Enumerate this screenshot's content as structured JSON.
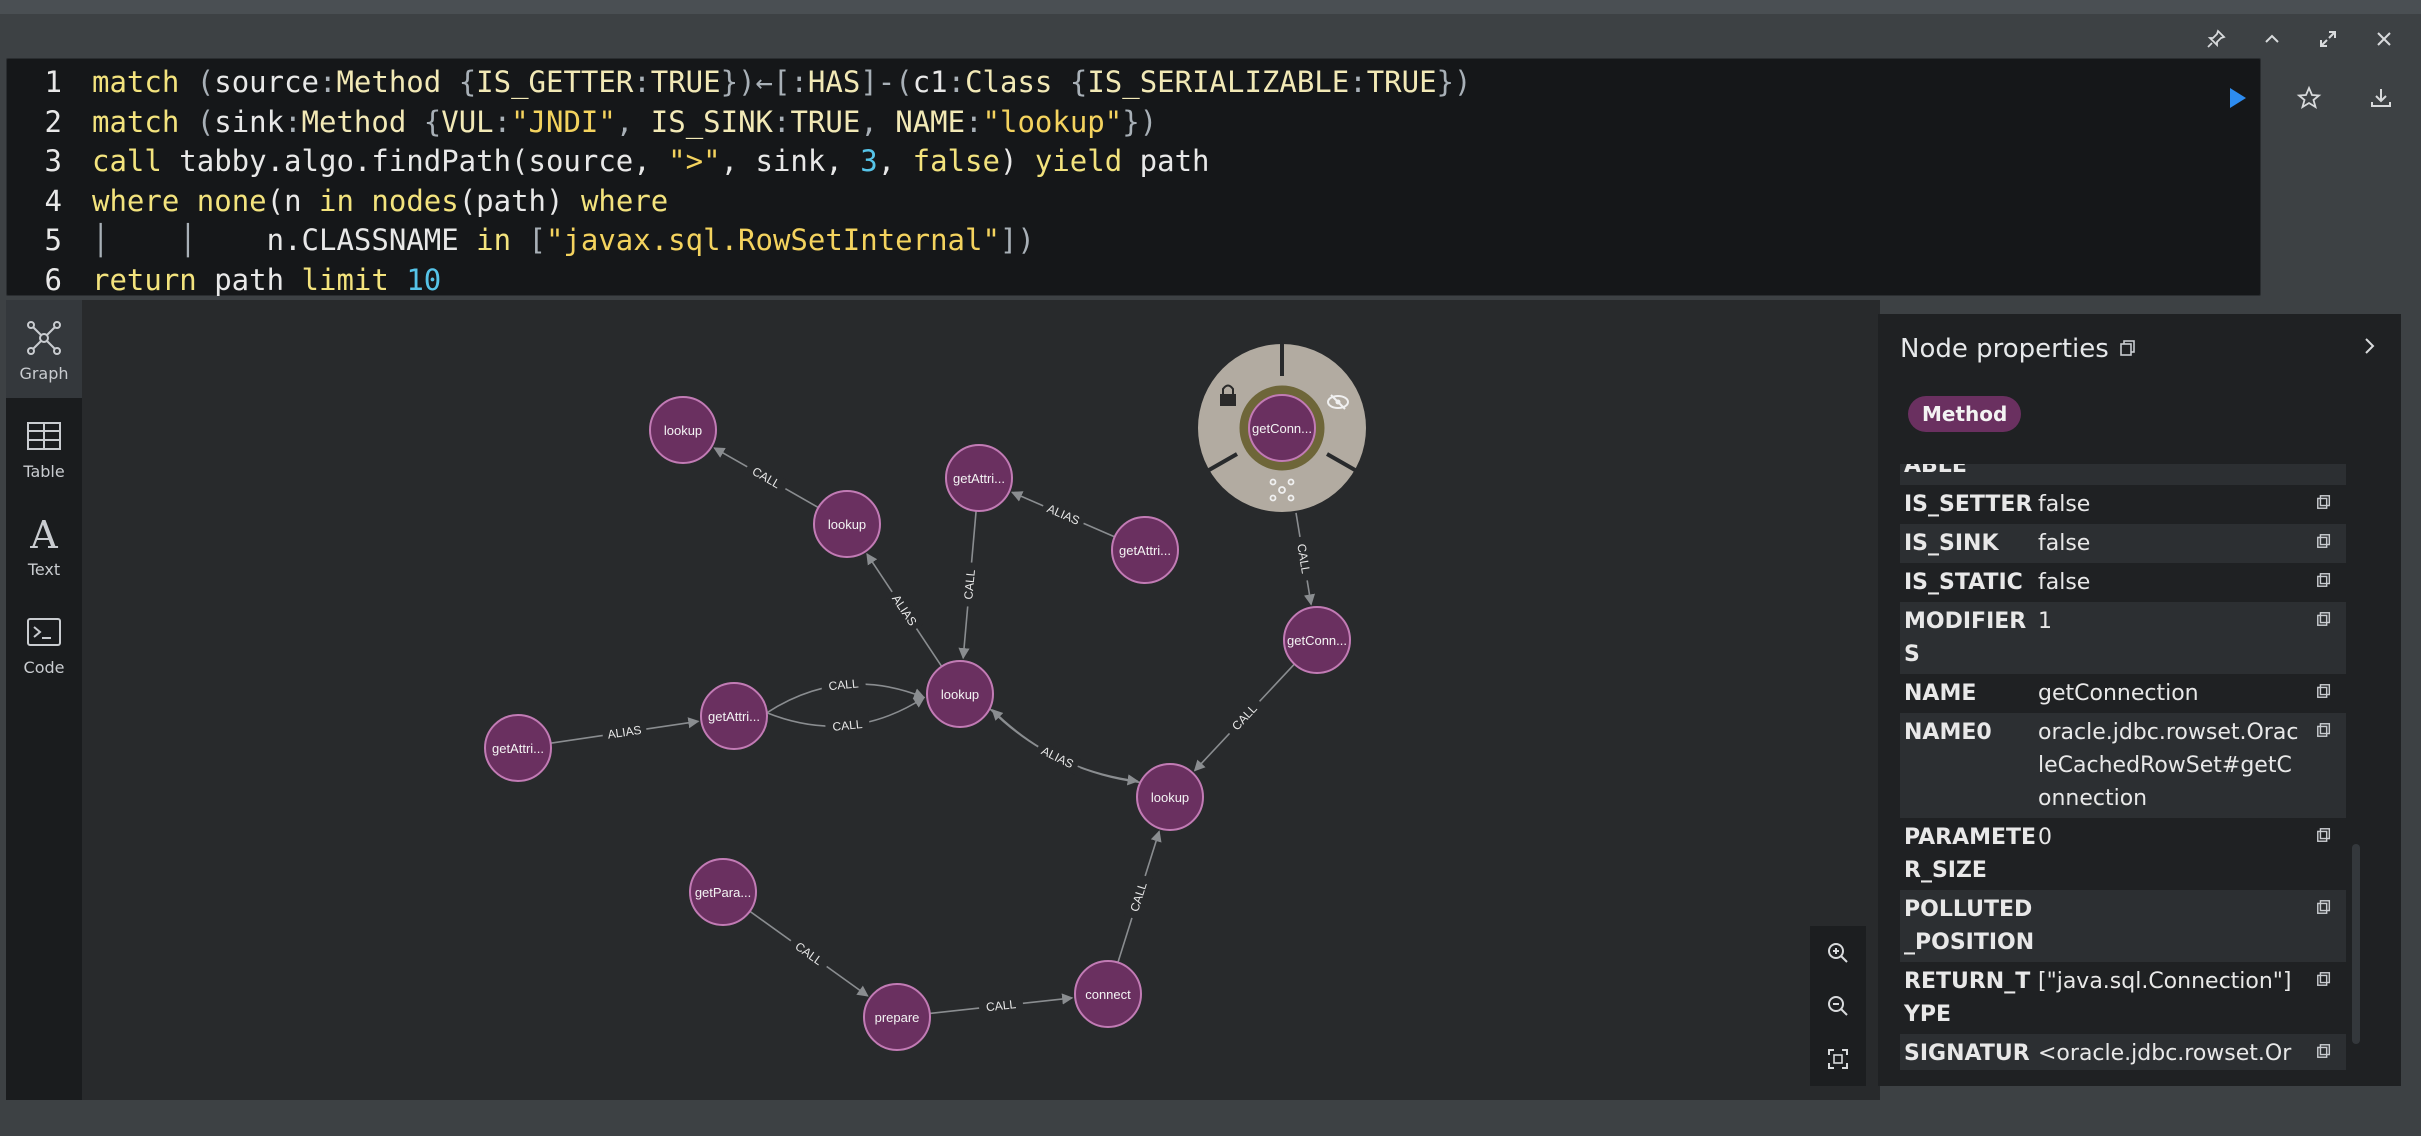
{
  "window": {
    "controls": [
      "pin-icon",
      "chevron-up-icon",
      "expand-icon",
      "close-icon"
    ]
  },
  "editor": {
    "line_numbers": [
      "1",
      "2",
      "3",
      "4",
      "5",
      "6"
    ],
    "lines": [
      [
        [
          "kw",
          "match"
        ],
        [
          "pn",
          " ("
        ],
        [
          "plain",
          "source"
        ],
        [
          "pn",
          ":"
        ],
        [
          "lbl",
          "Method"
        ],
        [
          "pn",
          " {"
        ],
        [
          "lbl",
          "IS_GETTER"
        ],
        [
          "pn",
          ":"
        ],
        [
          "lbl",
          "TRUE"
        ],
        [
          "pn",
          "})←[:"
        ],
        [
          "lbl",
          "HAS"
        ],
        [
          "pn",
          "]-("
        ],
        [
          "plain",
          "c1"
        ],
        [
          "pn",
          ":"
        ],
        [
          "lbl",
          "Class"
        ],
        [
          "pn",
          " {"
        ],
        [
          "lbl",
          "IS_SERIALIZABLE"
        ],
        [
          "pn",
          ":"
        ],
        [
          "lbl",
          "TRUE"
        ],
        [
          "pn",
          "})"
        ]
      ],
      [
        [
          "kw",
          "match"
        ],
        [
          "pn",
          " ("
        ],
        [
          "plain",
          "sink"
        ],
        [
          "pn",
          ":"
        ],
        [
          "lbl",
          "Method"
        ],
        [
          "pn",
          " {"
        ],
        [
          "lbl",
          "VUL"
        ],
        [
          "pn",
          ":"
        ],
        [
          "str",
          "\"JNDI\""
        ],
        [
          "pn",
          ", "
        ],
        [
          "lbl",
          "IS_SINK"
        ],
        [
          "pn",
          ":"
        ],
        [
          "lbl",
          "TRUE"
        ],
        [
          "pn",
          ", "
        ],
        [
          "lbl",
          "NAME"
        ],
        [
          "pn",
          ":"
        ],
        [
          "str",
          "\"lookup\""
        ],
        [
          "pn",
          "})"
        ]
      ],
      [
        [
          "kw",
          "call"
        ],
        [
          "plain",
          " tabby.algo.findPath(source, "
        ],
        [
          "str",
          "\">\""
        ],
        [
          "plain",
          ", sink, "
        ],
        [
          "num",
          "3"
        ],
        [
          "plain",
          ", "
        ],
        [
          "kw",
          "false"
        ],
        [
          "plain",
          ") "
        ],
        [
          "kw",
          "yield"
        ],
        [
          "plain",
          " path"
        ]
      ],
      [
        [
          "kw",
          "where"
        ],
        [
          "plain",
          " "
        ],
        [
          "kw",
          "none"
        ],
        [
          "plain",
          "(n "
        ],
        [
          "kw",
          "in"
        ],
        [
          "plain",
          " "
        ],
        [
          "kw",
          "nodes"
        ],
        [
          "plain",
          "(path) "
        ],
        [
          "kw",
          "where"
        ]
      ],
      [
        [
          "pn",
          "│    │    "
        ],
        [
          "plain",
          "n.CLASSNAME "
        ],
        [
          "kw",
          "in"
        ],
        [
          "pn",
          " ["
        ],
        [
          "str",
          "\"javax.sql.RowSetInternal\""
        ],
        [
          "pn",
          "])"
        ]
      ],
      [
        [
          "kw",
          "return"
        ],
        [
          "plain",
          " path "
        ],
        [
          "kw",
          "limit"
        ],
        [
          "plain",
          " "
        ],
        [
          "num",
          "10"
        ]
      ]
    ]
  },
  "editor_actions": [
    "play-icon",
    "star-icon",
    "download-icon"
  ],
  "sidebar": {
    "items": [
      {
        "label": "Graph",
        "icon": "graph-icon"
      },
      {
        "label": "Table",
        "icon": "table-icon"
      },
      {
        "label": "Text",
        "icon": "text-icon"
      },
      {
        "label": "Code",
        "icon": "code-icon"
      }
    ]
  },
  "graph": {
    "nodes": [
      {
        "id": "n1",
        "label": "lookup"
      },
      {
        "id": "n2",
        "label": "lookup"
      },
      {
        "id": "n3",
        "label": "getAttri..."
      },
      {
        "id": "n4",
        "label": "getAttri..."
      },
      {
        "id": "n5",
        "label": "lookup"
      },
      {
        "id": "n6",
        "label": "getAttri..."
      },
      {
        "id": "n7",
        "label": "getAttri..."
      },
      {
        "id": "n8",
        "label": "getConn..."
      },
      {
        "id": "n9",
        "label": "getConn..."
      },
      {
        "id": "n10",
        "label": "lookup"
      },
      {
        "id": "n11",
        "label": "getPara..."
      },
      {
        "id": "n12",
        "label": "prepare"
      },
      {
        "id": "n13",
        "label": "connect"
      }
    ],
    "edges": [
      {
        "from": "n2",
        "to": "n1",
        "label": "CALL"
      },
      {
        "from": "n4",
        "to": "n3",
        "label": "ALIAS"
      },
      {
        "from": "n3",
        "to": "n5",
        "label": "CALL"
      },
      {
        "from": "n5",
        "to": "n2",
        "label": "ALIAS"
      },
      {
        "from": "n7",
        "to": "n6",
        "label": "ALIAS"
      },
      {
        "from": "n6",
        "to": "n5",
        "label": "CALL"
      },
      {
        "from": "n6",
        "to": "n5",
        "label": "CALL"
      },
      {
        "from": "n10",
        "to": "n5",
        "label": "CALL"
      },
      {
        "from": "n5",
        "to": "n10",
        "label": "ALIAS"
      },
      {
        "from": "n8",
        "to": "n9",
        "label": "CALL"
      },
      {
        "from": "n9",
        "to": "n10",
        "label": "CALL"
      },
      {
        "from": "n11",
        "to": "n12",
        "label": "CALL"
      },
      {
        "from": "n12",
        "to": "n13",
        "label": "CALL"
      },
      {
        "from": "n13",
        "to": "n10",
        "label": "CALL"
      }
    ]
  },
  "zoom_controls": [
    "zoom-in-icon",
    "zoom-out-icon",
    "fit-icon"
  ],
  "panel": {
    "title": "Node properties",
    "badge": "Method",
    "props": [
      {
        "key": "ABLE",
        "value": ""
      },
      {
        "key": "IS_SETTER",
        "value": "false"
      },
      {
        "key": "IS_SINK",
        "value": "false"
      },
      {
        "key": "IS_STATIC",
        "value": "false"
      },
      {
        "key": "MODIFIERS",
        "value": "1"
      },
      {
        "key": "NAME",
        "value": "getConnection"
      },
      {
        "key": "NAME0",
        "value": "oracle.jdbc.rowset.OracleCachedRowSet#getConnection"
      },
      {
        "key": "PARAMETER_SIZE",
        "value": "0"
      },
      {
        "key": "POLLUTED_POSITION",
        "value": ""
      },
      {
        "key": "RETURN_TYPE",
        "value": "[\"java.sql.Connection\"]"
      },
      {
        "key": "SIGNATURE",
        "value": "<oracle.jdbc.rowset.Oracl"
      }
    ]
  },
  "colors": {
    "node_fill": "#6a3060",
    "node_stroke": "#c27bb5",
    "accent": "#2d8cf0",
    "edge": "#8a8d90"
  }
}
